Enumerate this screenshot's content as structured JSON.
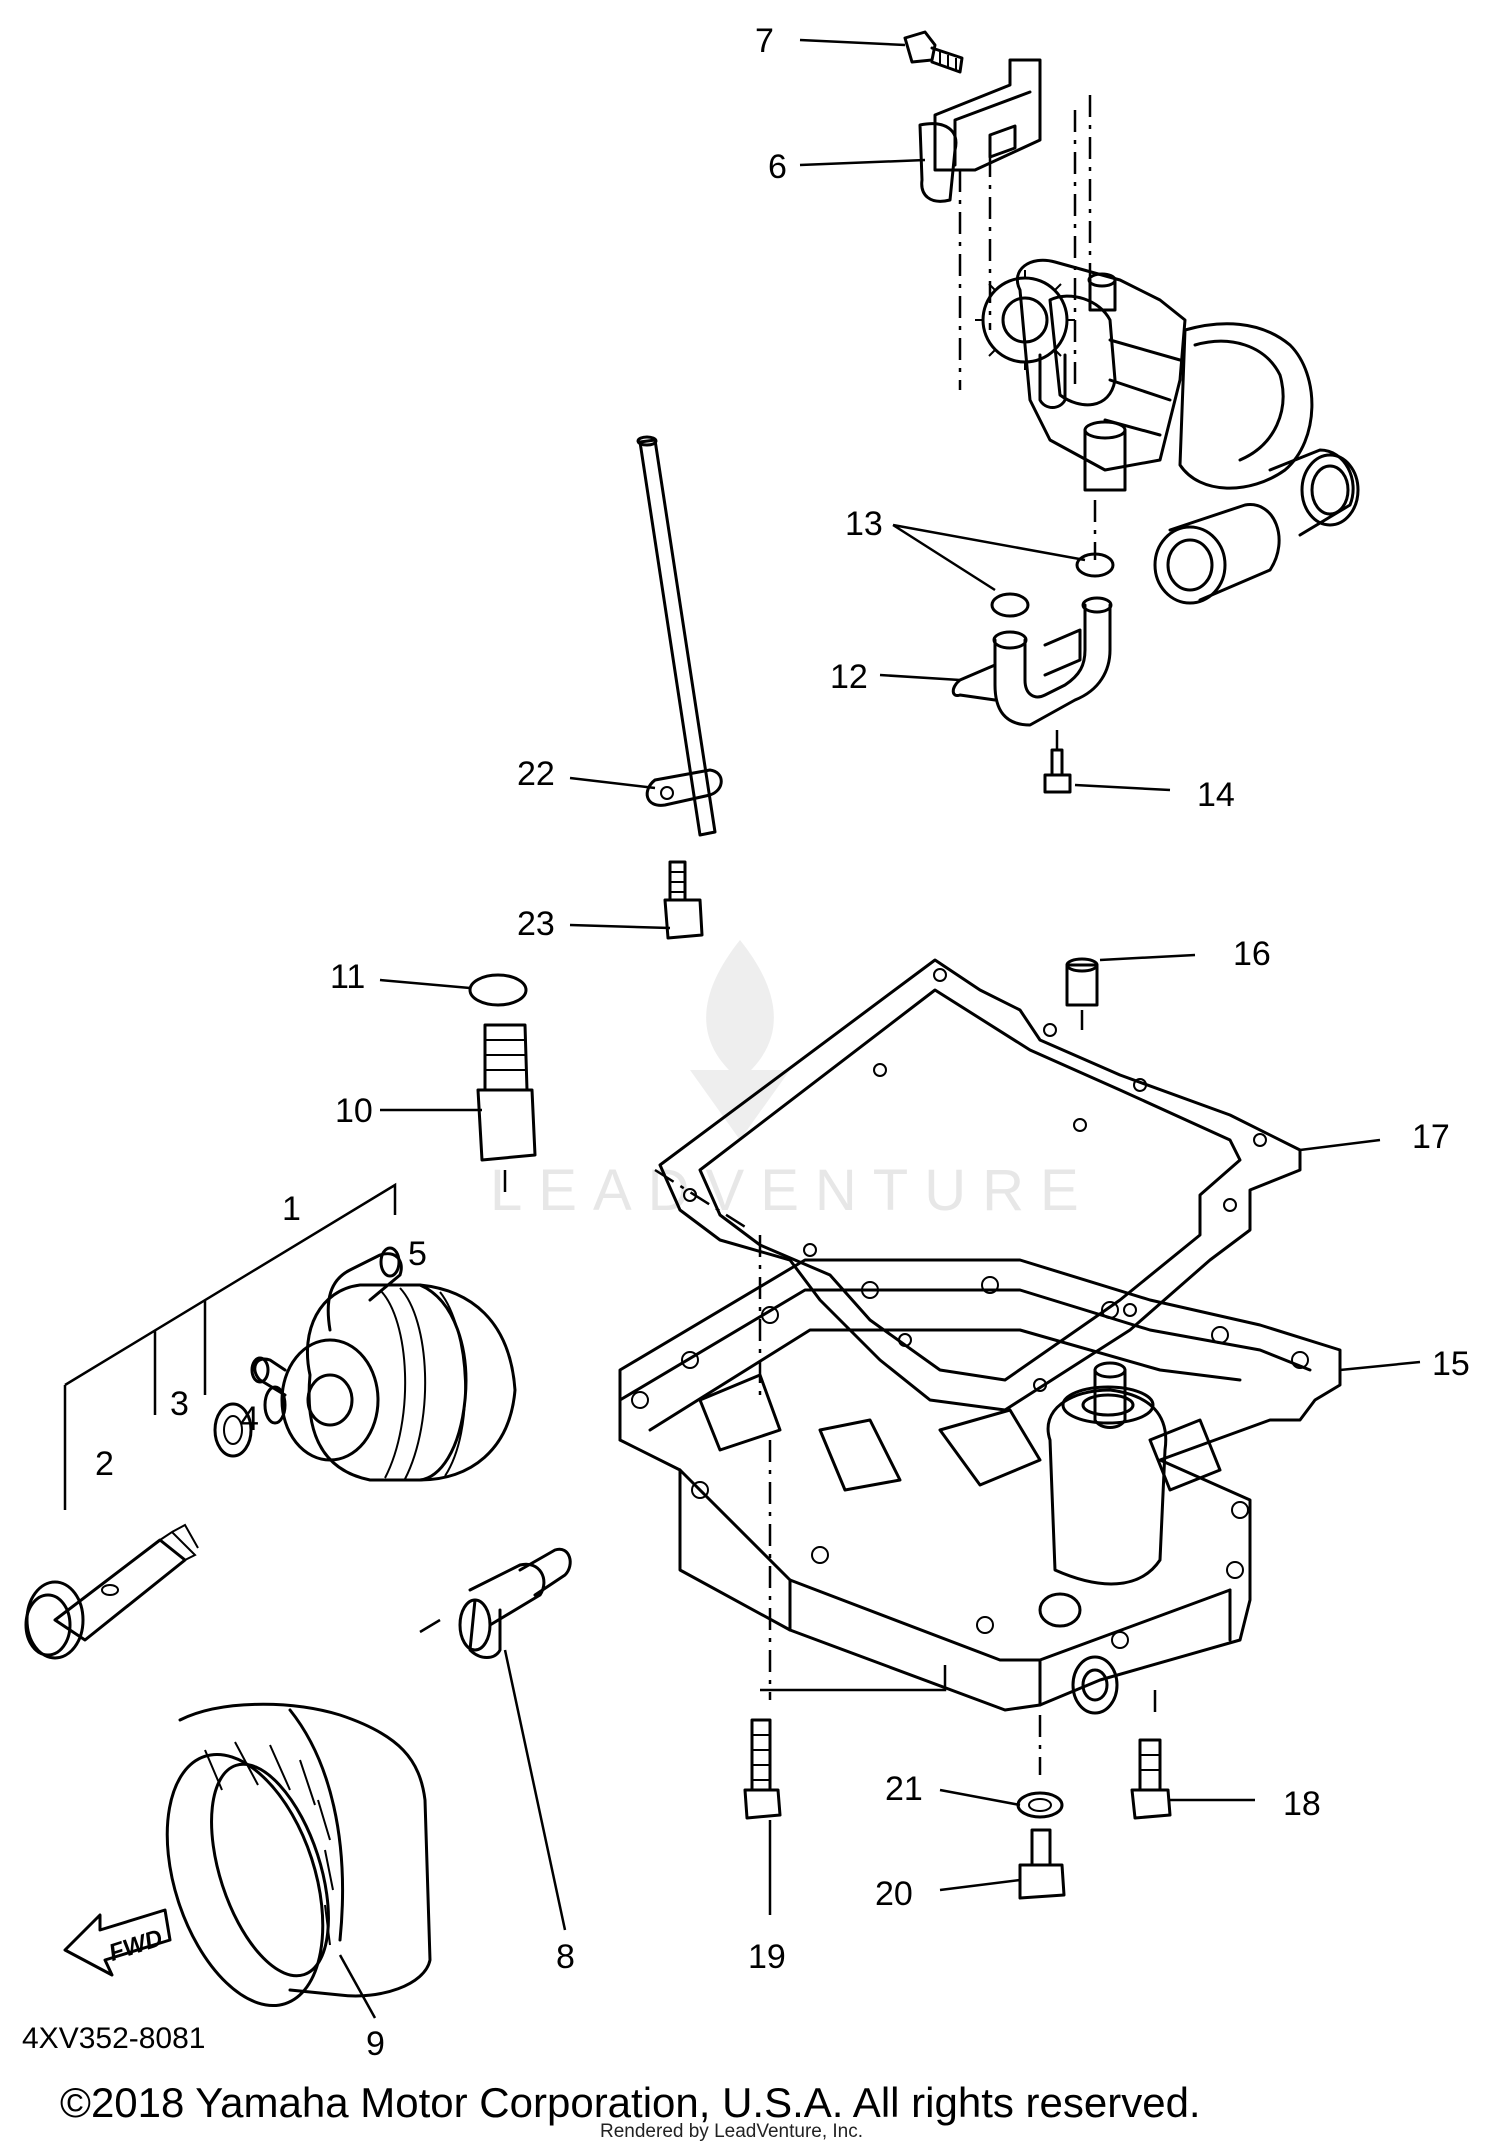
{
  "callouts": [
    "1",
    "2",
    "3",
    "4",
    "5",
    "6",
    "7",
    "8",
    "9",
    "10",
    "11",
    "12",
    "13",
    "14",
    "15",
    "16",
    "17",
    "18",
    "19",
    "20",
    "21",
    "22",
    "23"
  ],
  "fwd_label": "FWD",
  "diagram_code": "4XV352-8081",
  "watermark_text": "LEADVENTURE",
  "copyright": "©2018 Yamaha Motor Corporation, U.S.A. All rights reserved.",
  "rendered_by": "Rendered by LeadVenture, Inc."
}
